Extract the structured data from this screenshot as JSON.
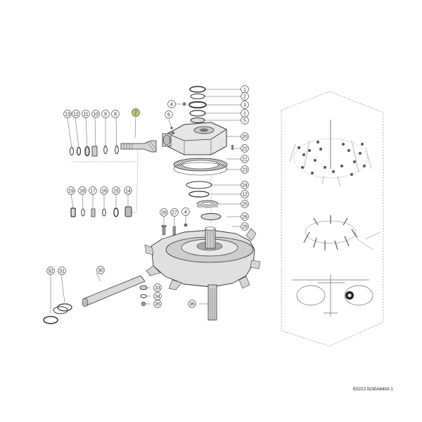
{
  "diagram": {
    "drawing_code": "E0222 0230A640A 1",
    "highlight_color": "#b8cf6a",
    "callouts": [
      {
        "label": "1",
        "highlight": false
      },
      {
        "label": "2",
        "highlight": false
      },
      {
        "label": "3",
        "highlight": false
      },
      {
        "label": "5",
        "highlight": false
      },
      {
        "label": "1",
        "highlight": false
      },
      {
        "label": "5",
        "highlight": false
      },
      {
        "label": "20",
        "highlight": false
      },
      {
        "label": "22",
        "highlight": false
      },
      {
        "label": "23",
        "highlight": false
      },
      {
        "label": "24",
        "highlight": false
      },
      {
        "label": "12",
        "highlight": false
      },
      {
        "label": "25",
        "highlight": false
      },
      {
        "label": "26",
        "highlight": false
      },
      {
        "label": "29",
        "highlight": false
      },
      {
        "label": "4",
        "highlight": false
      },
      {
        "label": "6",
        "highlight": false
      },
      {
        "label": "21",
        "highlight": false
      },
      {
        "label": "13",
        "highlight": false
      },
      {
        "label": "12",
        "highlight": false
      },
      {
        "label": "11",
        "highlight": false
      },
      {
        "label": "10",
        "highlight": false
      },
      {
        "label": "9",
        "highlight": false
      },
      {
        "label": "8",
        "highlight": false
      },
      {
        "label": "7",
        "highlight": true
      },
      {
        "label": "19",
        "highlight": false
      },
      {
        "label": "18",
        "highlight": false
      },
      {
        "label": "17",
        "highlight": false
      },
      {
        "label": "16",
        "highlight": false
      },
      {
        "label": "15",
        "highlight": false
      },
      {
        "label": "14",
        "highlight": false
      },
      {
        "label": "28",
        "highlight": false
      },
      {
        "label": "27",
        "highlight": false
      },
      {
        "label": "4",
        "highlight": false
      },
      {
        "label": "32",
        "highlight": false
      },
      {
        "label": "31",
        "highlight": false
      },
      {
        "label": "30",
        "highlight": false
      },
      {
        "label": "33",
        "highlight": false
      },
      {
        "label": "34",
        "highlight": false
      },
      {
        "label": "35",
        "highlight": false
      },
      {
        "label": "36",
        "highlight": false
      }
    ]
  }
}
